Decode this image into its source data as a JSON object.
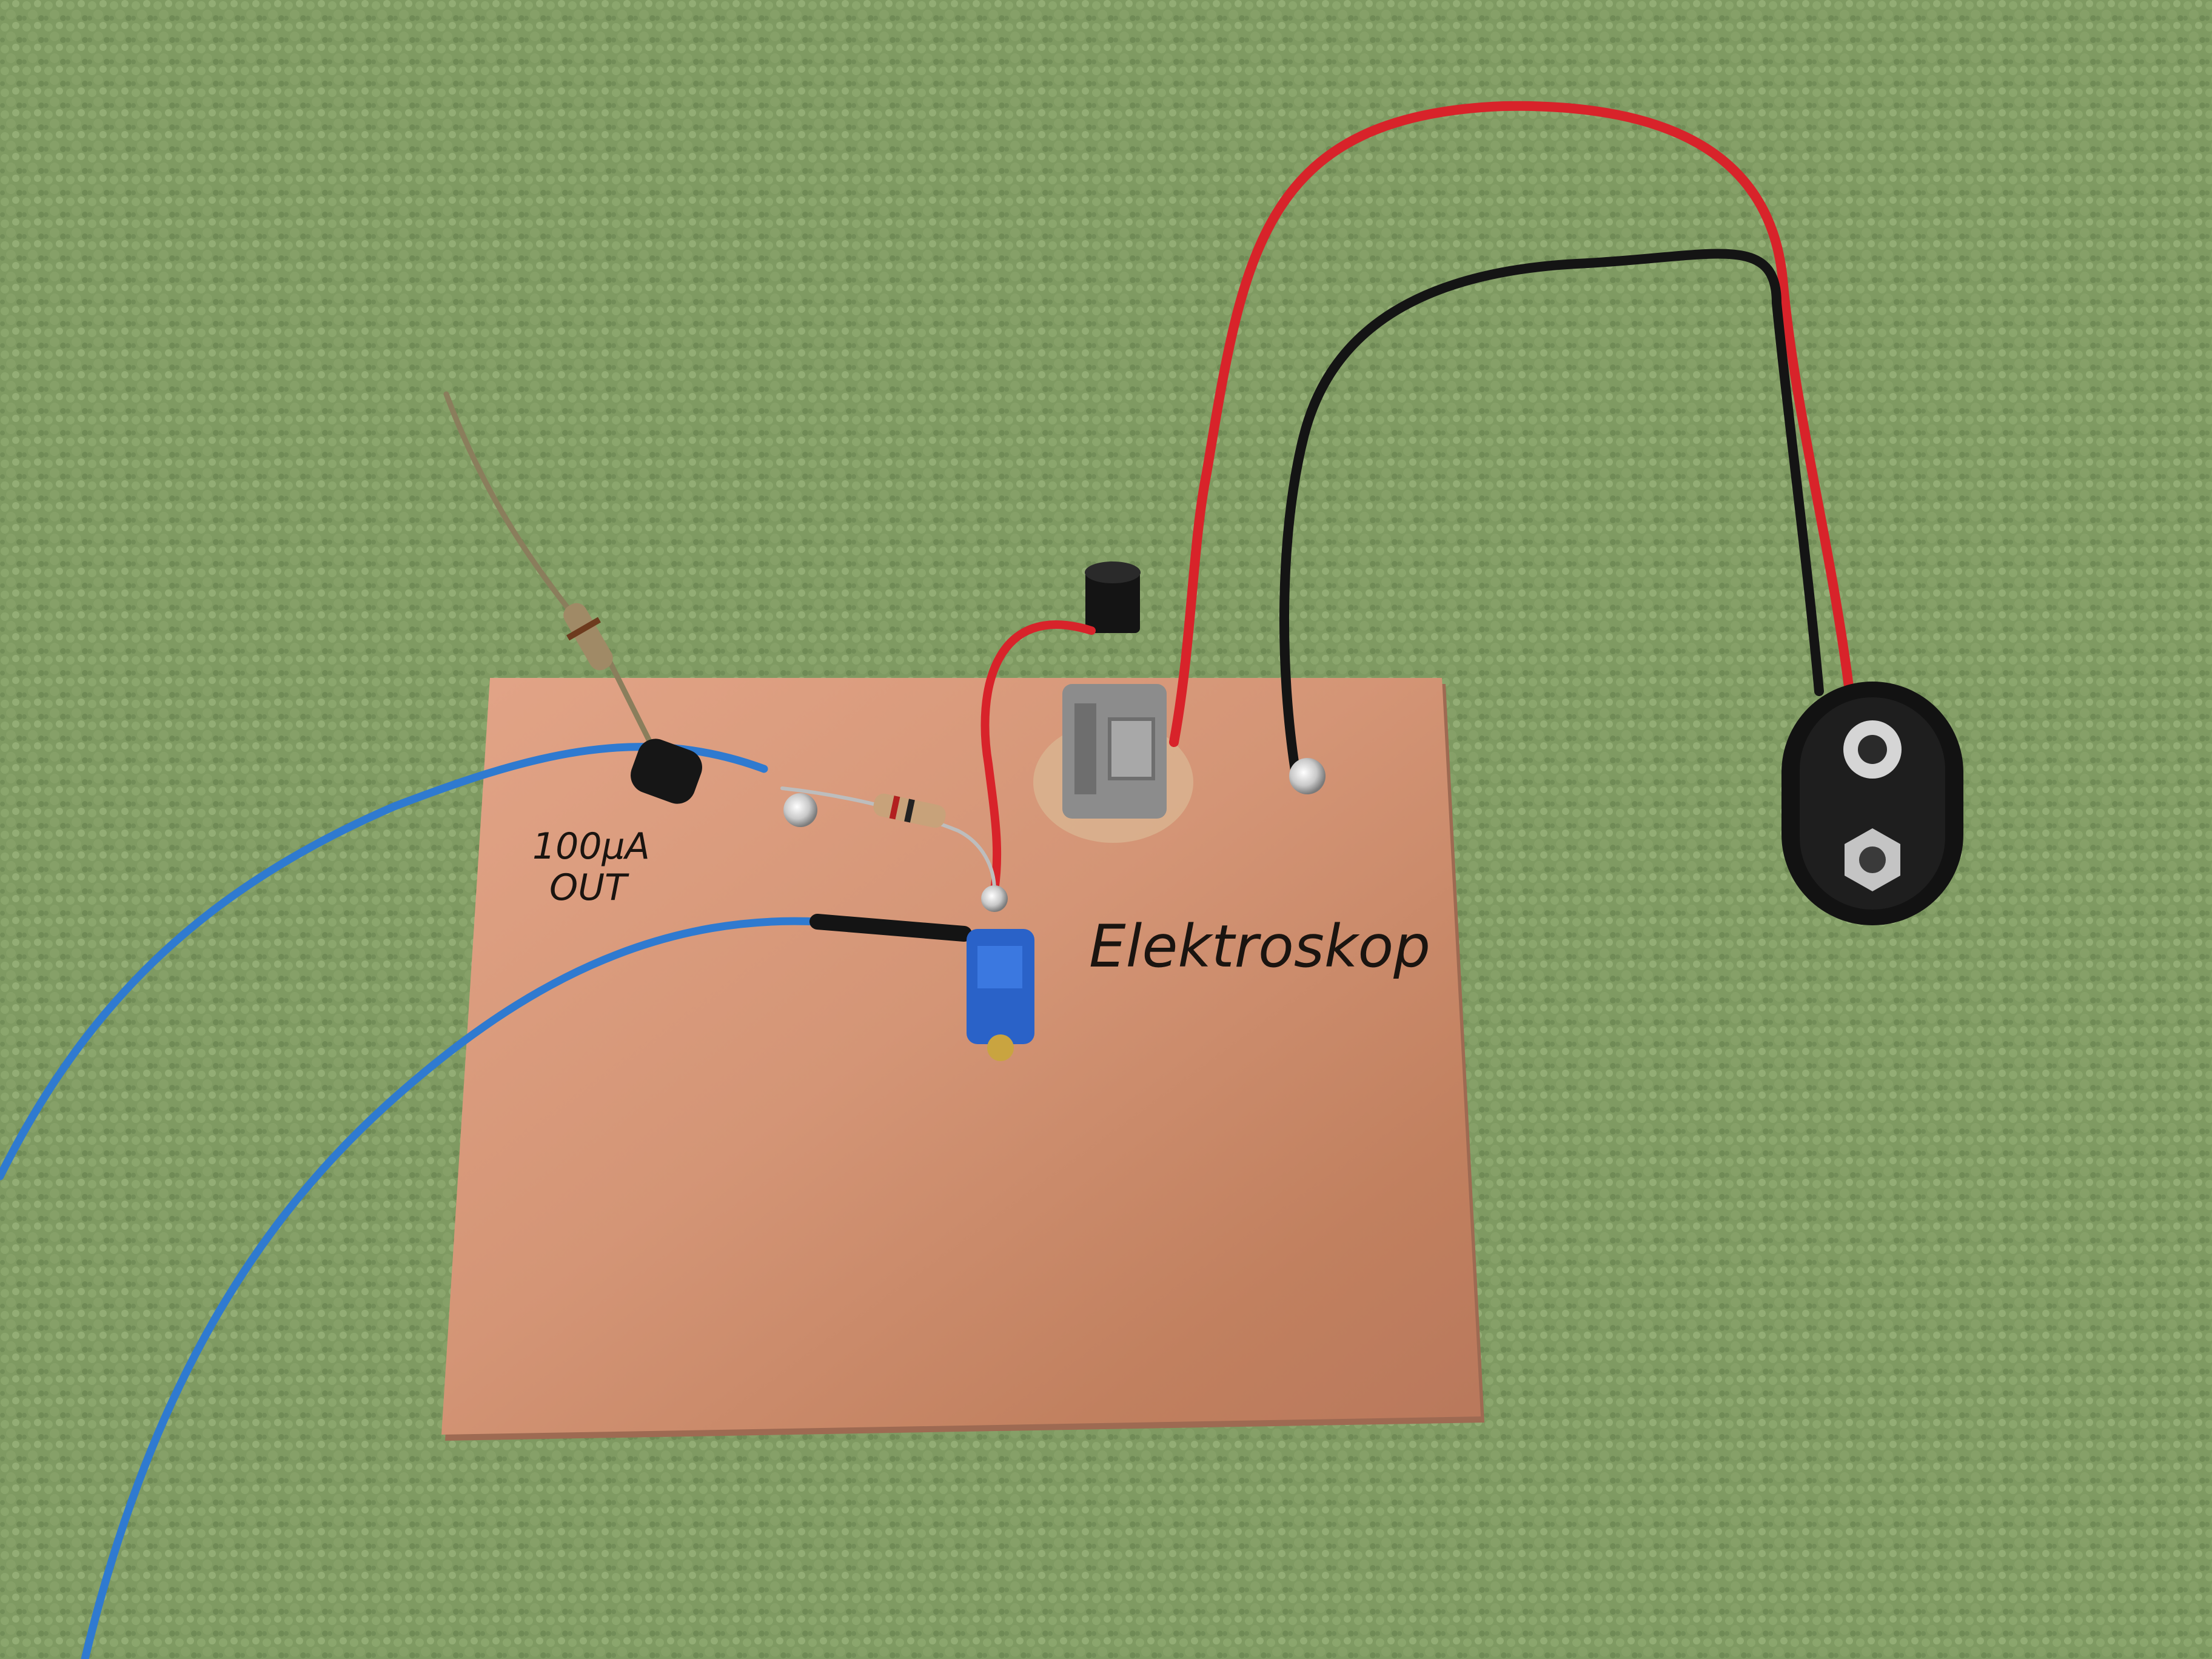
{
  "board": {
    "title": "Elektroskop",
    "output_label_line1": "100µA",
    "output_label_line2": "OUT"
  },
  "colors": {
    "carpet": "#7f9a62",
    "carpet_dark": "#6d8853",
    "carpet_light": "#98b07a",
    "copper": "#d49576",
    "copper_dark": "#b9785c",
    "wire_red": "#d8232a",
    "wire_black": "#141414",
    "wire_blue": "#2f7ad0",
    "switch_grey": "#8c8c8c",
    "trimmer_blue": "#2a62c8",
    "clip_black": "#121212",
    "solder": "#c9c9c9",
    "ink": "#1a1410"
  },
  "icons": {
    "battery_clip": "battery-snap-icon",
    "switch": "slide-switch-icon",
    "antenna": "antenna-wire-icon"
  }
}
